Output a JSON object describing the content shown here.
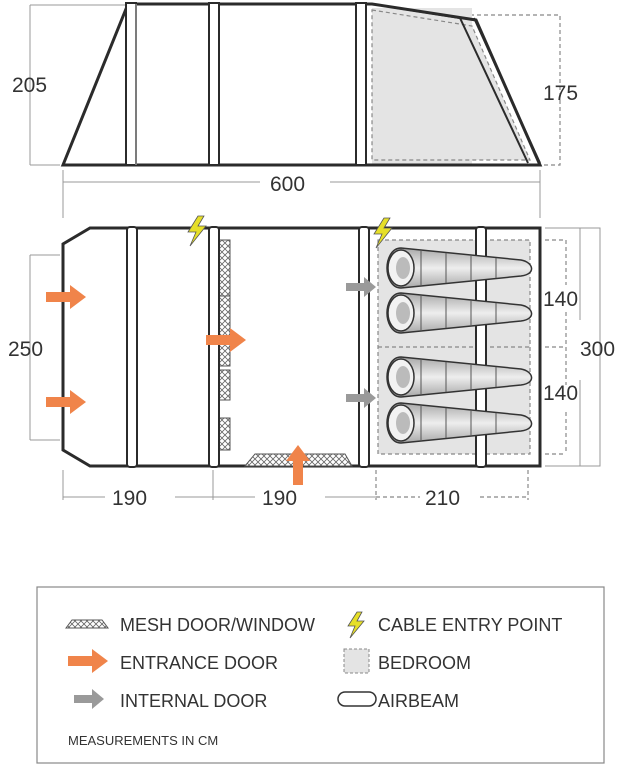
{
  "dimensions": {
    "side_height": "205",
    "bedroom_height": "175",
    "total_length": "600",
    "width_front": "250",
    "width_total": "300",
    "bedroom_1": "140",
    "bedroom_2": "140",
    "section_1": "190",
    "section_2": "190",
    "section_3": "210"
  },
  "legend": {
    "mesh": "MESH DOOR/WINDOW",
    "cable": "CABLE ENTRY POINT",
    "entrance": "ENTRANCE DOOR",
    "bedroom": "BEDROOM",
    "internal": "INTERNAL DOOR",
    "airbeam": "AIRBEAM",
    "note": "MEASUREMENTS IN CM"
  },
  "colors": {
    "entrance_arrow": "#f0844a",
    "internal_arrow": "#9a9a9a",
    "cable_bolt": "#e6df28",
    "bedroom_fill": "#e4e4e4",
    "outline": "#2b2b2b"
  }
}
